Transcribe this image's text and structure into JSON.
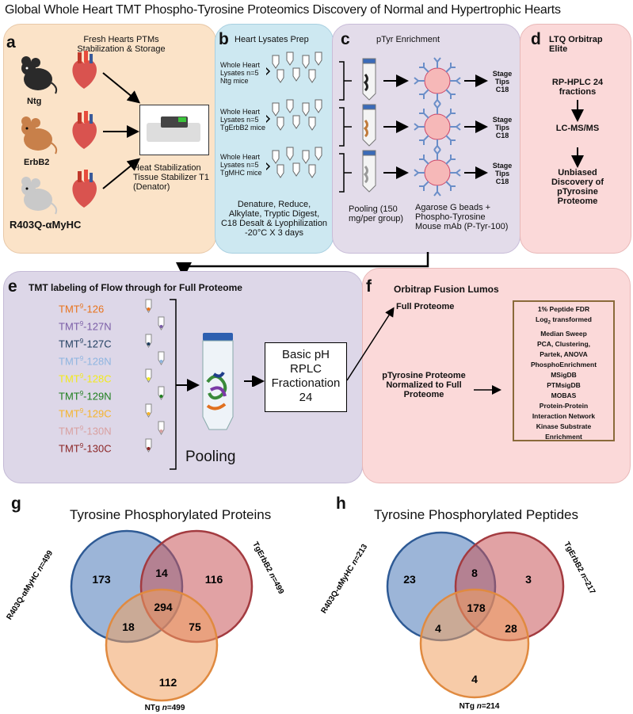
{
  "title": "Global Whole Heart TMT Phospho-Tyrosine Proteomics Discovery of Normal and Hypertrophic Hearts",
  "panel_a": {
    "letter": "a",
    "heading": "Fresh Hearts PTMs Stabilization & Storage",
    "mice": [
      "Ntg",
      "ErbB2",
      "R403Q-αMyHC"
    ],
    "device_caption": "Heat Stabilization Tissue Stabilizer T1 (Denator)"
  },
  "panel_b": {
    "letter": "b",
    "heading": "Heart Lysates Prep",
    "groups": [
      "Whole Heart Lysates n=5 Ntg mice",
      "Whole Heart Lysates n=5 TgErbB2 mice",
      "Whole Heart Lysates n=5 TgMHC mice"
    ],
    "steps": "Denature, Reduce, Alkylate, Tryptic Digest, C18 Desalt & Lyophilization -20°C X 3 days"
  },
  "panel_c": {
    "letter": "c",
    "heading": "pTyr Enrichment",
    "stage_tips": "Stage Tips C18",
    "pooling": "Pooling (150 mg/per group)",
    "beads": "Agarose G beads + Phospho-Tyrosine Mouse mAb (P-Tyr-100)"
  },
  "panel_d": {
    "letter": "d",
    "instrument": "LTQ Orbitrap Elite",
    "steps": [
      "RP-HPLC 24 fractions",
      "LC-MS/MS",
      "Unbiased Discovery of pTyrosine Proteome"
    ]
  },
  "panel_e": {
    "letter": "e",
    "heading": "TMT labeling of Flow through for Full Proteome",
    "labels": [
      {
        "prefix": "TMT",
        "sup": "9",
        "suffix": "-126",
        "color": "#e8731c"
      },
      {
        "prefix": "TMT",
        "sup": "9",
        "suffix": "-127N",
        "color": "#7b5ea7"
      },
      {
        "prefix": "TMT",
        "sup": "9",
        "suffix": "-127C",
        "color": "#1f3d5f"
      },
      {
        "prefix": "TMT",
        "sup": "9",
        "suffix": "-128N",
        "color": "#8fb5e0"
      },
      {
        "prefix": "TMT",
        "sup": "9",
        "suffix": "-128C",
        "color": "#f2ea1d"
      },
      {
        "prefix": "TMT",
        "sup": "9",
        "suffix": "-129N",
        "color": "#1f7f1f"
      },
      {
        "prefix": "TMT",
        "sup": "9",
        "suffix": "-129C",
        "color": "#f5b42c"
      },
      {
        "prefix": "TMT",
        "sup": "9",
        "suffix": "-130N",
        "color": "#d9a0a0"
      },
      {
        "prefix": "TMT",
        "sup": "9",
        "suffix": "-130C",
        "color": "#8b2525"
      }
    ],
    "pooling": "Pooling",
    "fractionation": "Basic pH RPLC Fractionation 24"
  },
  "panel_f": {
    "letter": "f",
    "instrument": "Orbitrap Fusion Lumos",
    "full_proteome": "Full Proteome",
    "ptyr": "pTyrosine Proteome Normalized to Full Proteome",
    "analysis": [
      "1% Peptide FDR",
      "Log2 transformed",
      "Median Sweep",
      "PCA, Clustering,",
      "Partek, ANOVA",
      "PhosphoEnrichment",
      "MSigDB",
      "PTMsigDB",
      "MOBAS",
      "Protein-Protein",
      "Interaction Network",
      "Kinase Substrate",
      "Enrichment"
    ]
  },
  "panel_g": {
    "letter": "g",
    "title": "Tyrosine Phosphorylated Proteins",
    "sets": [
      {
        "name": "R403Q-αMyHC",
        "n": "n=499",
        "color": "#4a78b8"
      },
      {
        "name": "TgErbB2",
        "n": "n=499",
        "color": "#c9565a"
      },
      {
        "name": "NTg",
        "n": "n=499",
        "color": "#f0a060"
      }
    ],
    "regions": {
      "a_only": "173",
      "b_only": "116",
      "c_only": "112",
      "ab": "14",
      "ac": "18",
      "bc": "75",
      "abc": "294"
    }
  },
  "panel_h": {
    "letter": "h",
    "title": "Tyrosine Phosphorylated Peptides",
    "sets": [
      {
        "name": "R403Q-αMyHC",
        "n": "n=213",
        "color": "#4a78b8"
      },
      {
        "name": "TgErbB2",
        "n": "n=217",
        "color": "#c9565a"
      },
      {
        "name": "NTg",
        "n": "n=214",
        "color": "#f0a060"
      }
    ],
    "regions": {
      "a_only": "23",
      "b_only": "3",
      "c_only": "4",
      "ab": "8",
      "ac": "4",
      "bc": "28",
      "abc": "178"
    }
  },
  "colors": {
    "panel_a_bg": "#fbe3c8",
    "panel_b_bg": "#cde8f1",
    "panel_c_bg": "#e3dcea",
    "panel_d_bg": "#fbd9d9",
    "panel_e_bg": "#ddd7e8",
    "panel_f_bg": "#fbd9d9"
  }
}
